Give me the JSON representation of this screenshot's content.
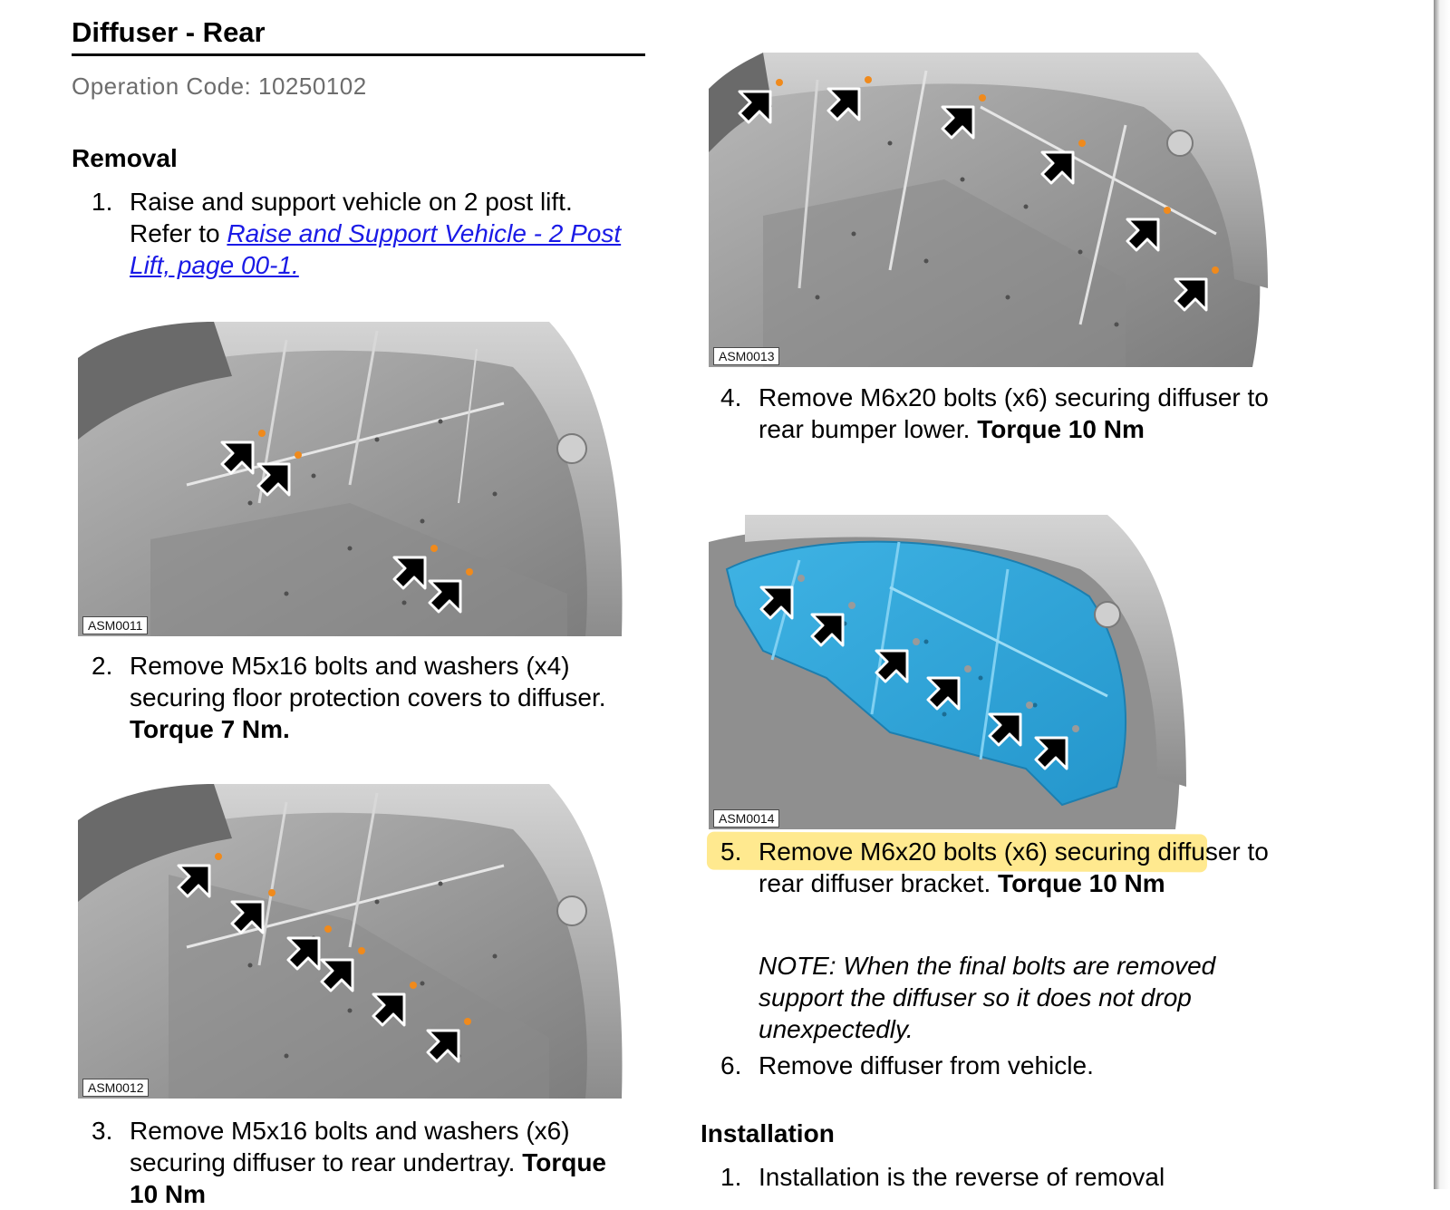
{
  "header": {
    "title": "Diffuser - Rear",
    "operation_code": "Operation Code: 10250102"
  },
  "removal": {
    "heading": "Removal",
    "steps": [
      {
        "number": "1.",
        "text_before_link": "Raise and support vehicle on 2 post lift. Refer to ",
        "link_text": "Raise and Support Vehicle - 2 Post Lift, page 00-1."
      },
      {
        "number": "2.",
        "text": "Remove M5x16 bolts and washers (x4) securing floor protection covers to diffuser.",
        "torque": "Torque 7 Nm."
      },
      {
        "number": "3.",
        "text": "Remove M5x16 bolts and washers (x6) securing diffuser to rear undertray.",
        "torque": "Torque 10 Nm"
      },
      {
        "number": "4.",
        "text": "Remove M6x20 bolts (x6) securing diffuser to rear bumper lower.",
        "torque": "Torque 10 Nm"
      },
      {
        "number": "5.",
        "text": "Remove M6x20 bolts (x6) securing diffuser to rear diffuser bracket.",
        "torque": "Torque 10 Nm",
        "note": "NOTE: When the final bolts are removed support the diffuser so it does not drop unexpectedly."
      },
      {
        "number": "6.",
        "text": "Remove diffuser from vehicle."
      }
    ]
  },
  "installation": {
    "heading": "Installation",
    "steps": [
      {
        "number": "1.",
        "text": "Installation is the reverse of removal"
      }
    ]
  },
  "figures": [
    {
      "label": "ASM0011",
      "arrows": 4,
      "highlighted": false
    },
    {
      "label": "ASM0012",
      "arrows": 6,
      "highlighted": false
    },
    {
      "label": "ASM0013",
      "arrows": 6,
      "highlighted": false
    },
    {
      "label": "ASM0014",
      "arrows": 6,
      "highlighted": true
    }
  ],
  "colors": {
    "link": "#1a1ae6",
    "highlight": "#ffe98f",
    "diffuser_highlight": "#2aa6dc",
    "bolt_marker": "#f08a1c",
    "operation_code": "#6d6d6d"
  }
}
